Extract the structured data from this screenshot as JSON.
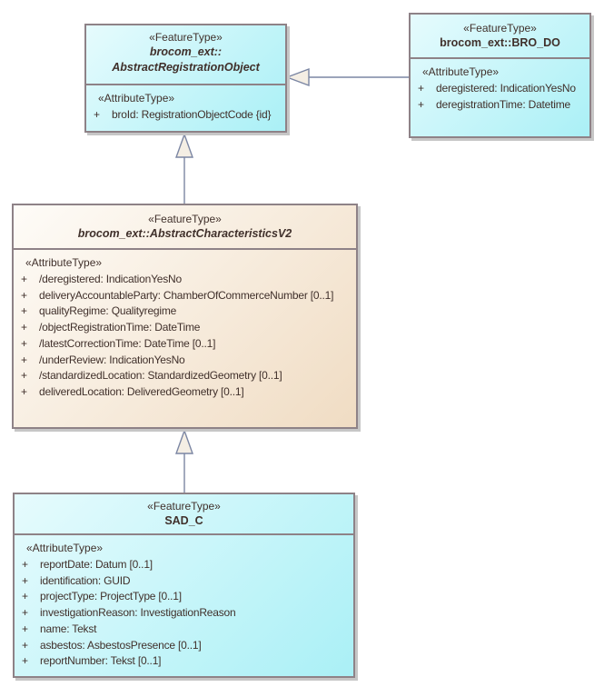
{
  "diagram": {
    "boxes": [
      {
        "id": "AbstractRegistrationObject",
        "stereotype": "«FeatureType»",
        "name_lines": [
          "brocom_ext::",
          "AbstractRegistrationObject"
        ],
        "attr_stereotype": "«AttributeType»",
        "attributes": [
          {
            "vis": "+",
            "text": "broId: RegistrationObjectCode {id}"
          }
        ]
      },
      {
        "id": "BRO_DO",
        "stereotype": "«FeatureType»",
        "name_lines": [
          "brocom_ext::BRO_DO"
        ],
        "attr_stereotype": "«AttributeType»",
        "attributes": [
          {
            "vis": "+",
            "text": "deregistered: IndicationYesNo"
          },
          {
            "vis": "+",
            "text": "deregistrationTime: Datetime"
          }
        ]
      },
      {
        "id": "AbstractCharacteristicsV2",
        "stereotype": "«FeatureType»",
        "name_lines": [
          "brocom_ext::AbstractCharacteristicsV2"
        ],
        "attr_stereotype": "«AttributeType»",
        "attributes": [
          {
            "vis": "+",
            "text": "/deregistered: IndicationYesNo"
          },
          {
            "vis": "+",
            "text": "deliveryAccountableParty: ChamberOfCommerceNumber [0..1]"
          },
          {
            "vis": "+",
            "text": "qualityRegime: Qualityregime"
          },
          {
            "vis": "+",
            "text": "/objectRegistrationTime: DateTime"
          },
          {
            "vis": "+",
            "text": "/latestCorrectionTime: DateTime [0..1]"
          },
          {
            "vis": "+",
            "text": "/underReview: IndicationYesNo"
          },
          {
            "vis": "+",
            "text": "/standardizedLocation: StandardizedGeometry [0..1]"
          },
          {
            "vis": "+",
            "text": "deliveredLocation: DeliveredGeometry [0..1]"
          }
        ]
      },
      {
        "id": "SAD_C",
        "stereotype": "«FeatureType»",
        "name_lines": [
          "SAD_C"
        ],
        "attr_stereotype": "«AttributeType»",
        "attributes": [
          {
            "vis": "+",
            "text": "reportDate: Datum [0..1]"
          },
          {
            "vis": "+",
            "text": "identification: GUID"
          },
          {
            "vis": "+",
            "text": "projectType: ProjectType [0..1]"
          },
          {
            "vis": "+",
            "text": "investigationReason: InvestigationReason"
          },
          {
            "vis": "+",
            "text": "name: Tekst"
          },
          {
            "vis": "+",
            "text": "asbestos: AsbestosPresence [0..1]"
          },
          {
            "vis": "+",
            "text": "reportNumber: Tekst [0..1]"
          }
        ]
      }
    ]
  },
  "colors": {
    "background": "#ffffff",
    "box_cyan_start": "#e6fbfd",
    "box_cyan_end": "#aaf0f6",
    "box_beige_start": "#fefcf8",
    "box_beige_end": "#f0dcc3",
    "border": "#8e8287",
    "text": "#40302b",
    "connector_line": "#7b86a3",
    "arrow_fill": "#f4eee4",
    "shadow": "#c6c6c6"
  }
}
